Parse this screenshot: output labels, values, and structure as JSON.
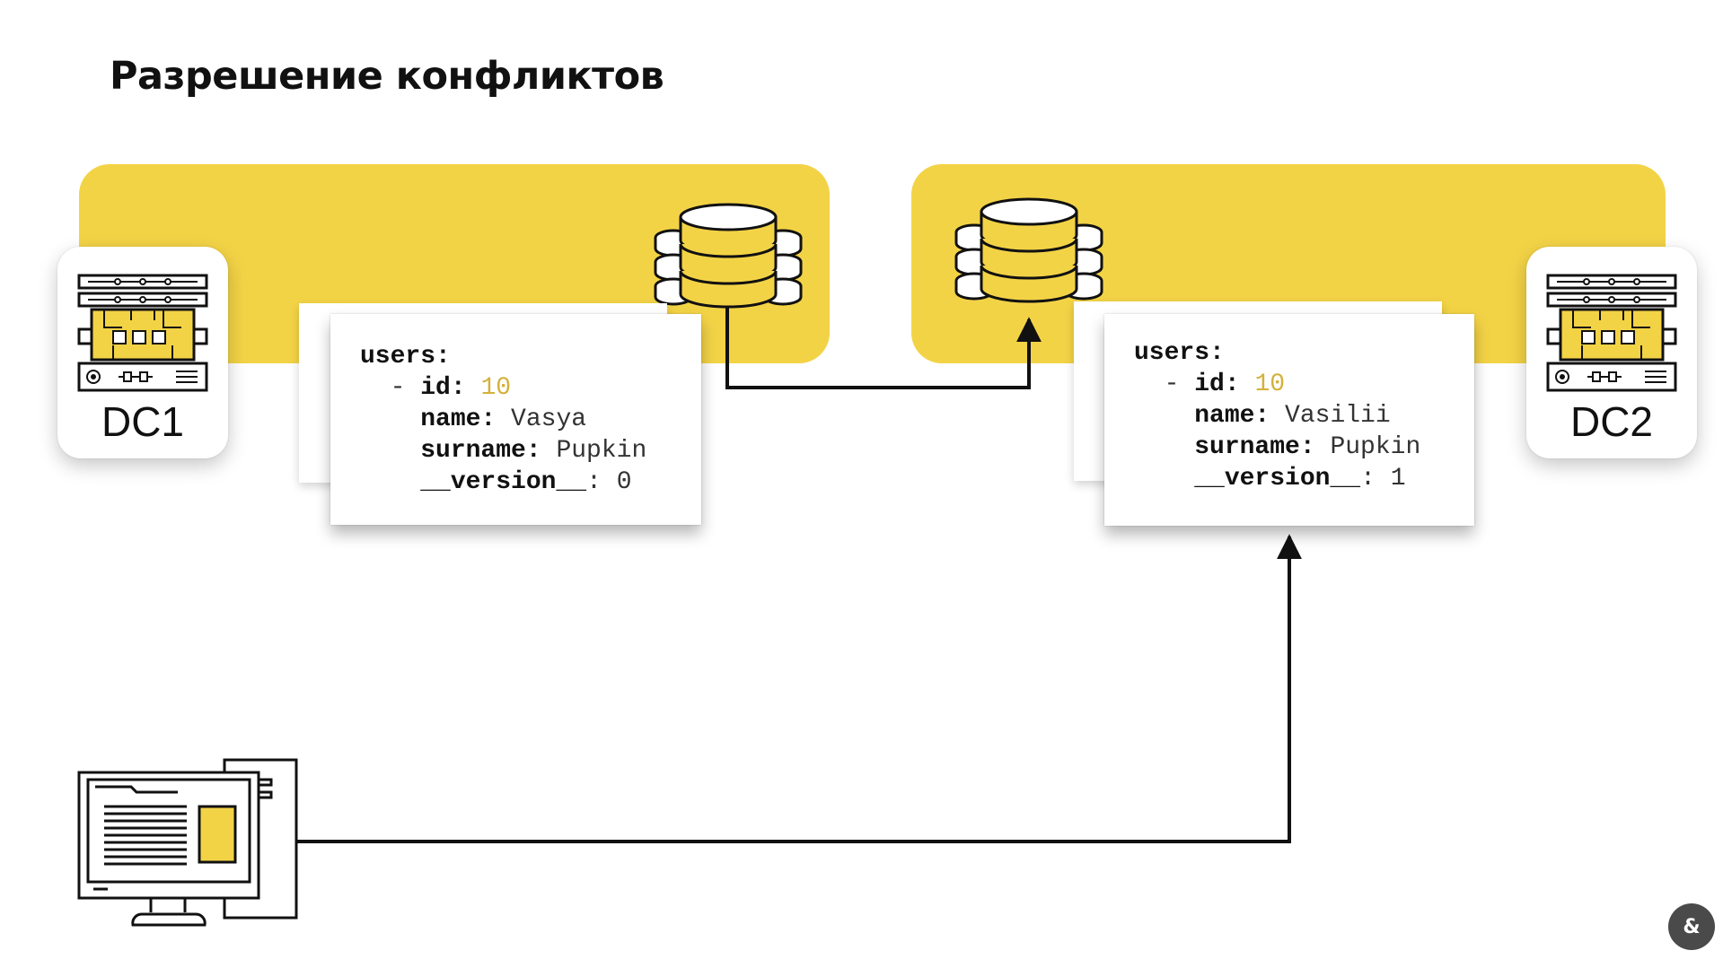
{
  "title": "Разрешение конфликтов",
  "colors": {
    "band": "#f3d346",
    "accent_number": "#d4b13a",
    "line": "#111111"
  },
  "datacenters": [
    {
      "label": "DC1",
      "icon": "server-rack-icon"
    },
    {
      "label": "DC2",
      "icon": "server-rack-icon"
    }
  ],
  "documents": [
    {
      "root_key": "users:",
      "list_dash": "- ",
      "id_key": "id:",
      "id_value": "10",
      "name_key": "name:",
      "name_value": "Vasya",
      "surname_key": "surname:",
      "surname_value": "Pupkin",
      "version_key": "__version__",
      "version_sep": ":",
      "version_value": "0"
    },
    {
      "root_key": "users:",
      "list_dash": "- ",
      "id_key": "id:",
      "id_value": "10",
      "name_key": "name:",
      "name_value": "Vasilii",
      "surname_key": "surname:",
      "surname_value": "Pupkin",
      "version_key": "__version__",
      "version_sep": ":",
      "version_value": "1"
    }
  ],
  "icons": {
    "database": "database-stack-icon",
    "client": "desktop-computer-icon",
    "logo": "conference-logo-icon"
  }
}
